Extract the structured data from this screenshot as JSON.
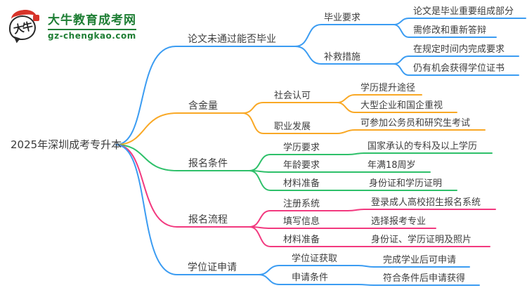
{
  "logo": {
    "brand": "大牛教育成考网",
    "domain": "gz-chengkao.com",
    "mark_text": "大牛"
  },
  "colors": {
    "blue": "#3b9cf2",
    "orange": "#f9a825",
    "green": "#2ec06a",
    "pink": "#f2397f",
    "brand_green": "#1e7e34",
    "seal_red": "#d7342a",
    "text": "#3d3d3d"
  },
  "mindmap": {
    "root": "2025年深圳成考专升本",
    "branches": [
      {
        "label": "论文未通过能否毕业",
        "color": "#3b9cf2",
        "children": [
          {
            "label": "毕业要求",
            "children": [
              {
                "label": "论文是毕业重要组成部分"
              },
              {
                "label": "需修改和重新答辩"
              }
            ]
          },
          {
            "label": "补救措施",
            "children": [
              {
                "label": "在规定时间内完成要求"
              },
              {
                "label": "仍有机会获得学位证书"
              }
            ]
          }
        ]
      },
      {
        "label": "含金量",
        "color": "#f9a825",
        "children": [
          {
            "label": "社会认可",
            "children": [
              {
                "label": "学历提升途径"
              },
              {
                "label": "大型企业和国企重视"
              }
            ]
          },
          {
            "label": "职业发展",
            "children": [
              {
                "label": "可参加公务员和研究生考试"
              }
            ]
          }
        ]
      },
      {
        "label": "报名条件",
        "color": "#2ec06a",
        "children": [
          {
            "label": "学历要求",
            "children": [
              {
                "label": "国家承认的专科及以上学历"
              }
            ]
          },
          {
            "label": "年龄要求",
            "children": [
              {
                "label": "年满18周岁"
              }
            ]
          },
          {
            "label": "材料准备",
            "children": [
              {
                "label": "身份证和学历证明"
              }
            ]
          }
        ]
      },
      {
        "label": "报名流程",
        "color": "#f2397f",
        "children": [
          {
            "label": "注册系统",
            "children": [
              {
                "label": "登录成人高校招生报名系统"
              }
            ]
          },
          {
            "label": "填写信息",
            "children": [
              {
                "label": "选择报考专业"
              }
            ]
          },
          {
            "label": "材料准备",
            "children": [
              {
                "label": "身份证、学历证明及照片"
              }
            ]
          }
        ]
      },
      {
        "label": "学位证申请",
        "color": "#3b9cf2",
        "children": [
          {
            "label": "学位证获取",
            "children": [
              {
                "label": "完成学业后可申请"
              }
            ]
          },
          {
            "label": "申请条件",
            "children": [
              {
                "label": "符合条件后申请获得"
              }
            ]
          }
        ]
      }
    ]
  }
}
